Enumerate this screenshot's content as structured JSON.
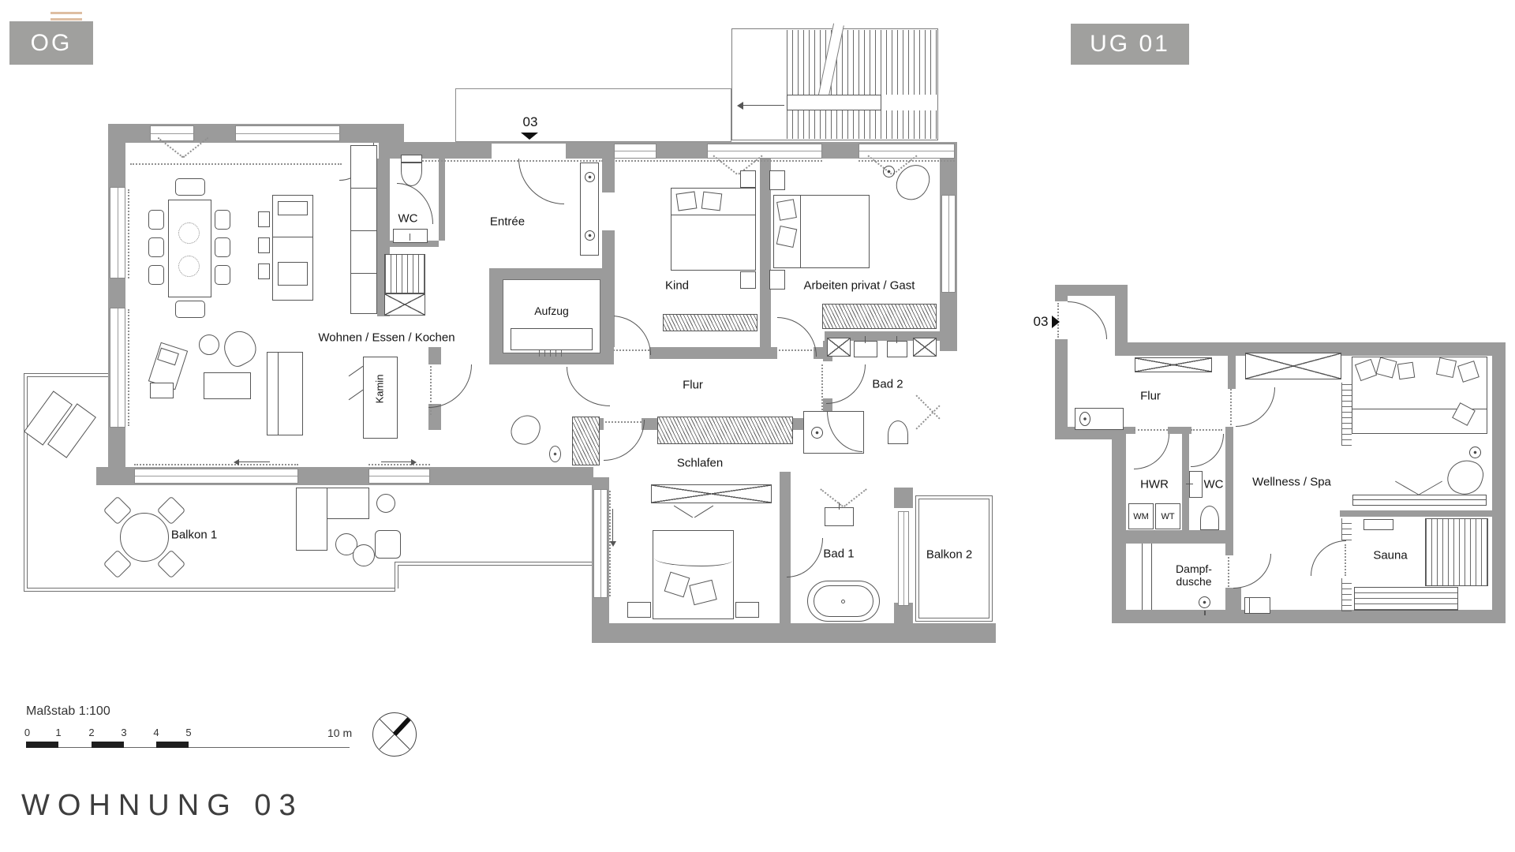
{
  "plan_og": {
    "badge": "OG",
    "entrance_marker": "03",
    "rooms": {
      "wc": "WC",
      "entree": "Entrée",
      "aufzug": "Aufzug",
      "kind": "Kind",
      "arbeiten": "Arbeiten privat / Gast",
      "wohnen": "Wohnen / Essen / Kochen",
      "kamin": "Kamin",
      "flur": "Flur",
      "bad2": "Bad 2",
      "schlafen": "Schlafen",
      "bad1": "Bad 1",
      "balkon1": "Balkon 1",
      "balkon2": "Balkon 2"
    }
  },
  "plan_ug": {
    "badge": "UG 01",
    "entrance_marker": "03",
    "rooms": {
      "flur": "Flur",
      "hwr": "HWR",
      "wc": "WC",
      "wm": "WM",
      "wt": "WT",
      "wellness": "Wellness / Spa",
      "dampf_line1": "Dampf-",
      "dampf_line2": "dusche",
      "sauna": "Sauna"
    }
  },
  "footer": {
    "scale_label": "Maßstab 1:100",
    "ticks": [
      "0",
      "1",
      "2",
      "3",
      "4",
      "5"
    ],
    "scale_end": "10 m",
    "title": "WOHNUNG 03"
  },
  "colors": {
    "wall": "#9b9b9b",
    "line": "#565656",
    "text": "#141414"
  }
}
